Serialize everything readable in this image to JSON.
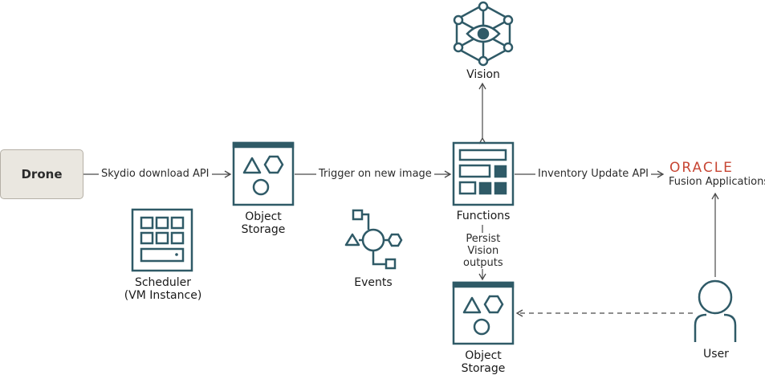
{
  "nodes": {
    "drone": "Drone",
    "object_storage_top": "Object\nStorage",
    "scheduler": "Scheduler\n(VM Instance)",
    "events": "Events",
    "vision": "Vision",
    "functions": "Functions",
    "object_storage_bottom": "Object\nStorage",
    "oracle_logo": "ORACLE",
    "oracle_sub": "Fusion Applications",
    "user": "User"
  },
  "edges": {
    "drone_to_storage": "Skydio download API",
    "storage_to_functions": "Trigger on new image",
    "functions_to_oracle": "Inventory Update API",
    "functions_to_storage": "Persist\nVision\noutputs"
  },
  "colors": {
    "icon": "#2f5a67",
    "line": "#4a4a4a",
    "oracle_red": "#c74634",
    "drone_fill": "#eae7e0"
  }
}
